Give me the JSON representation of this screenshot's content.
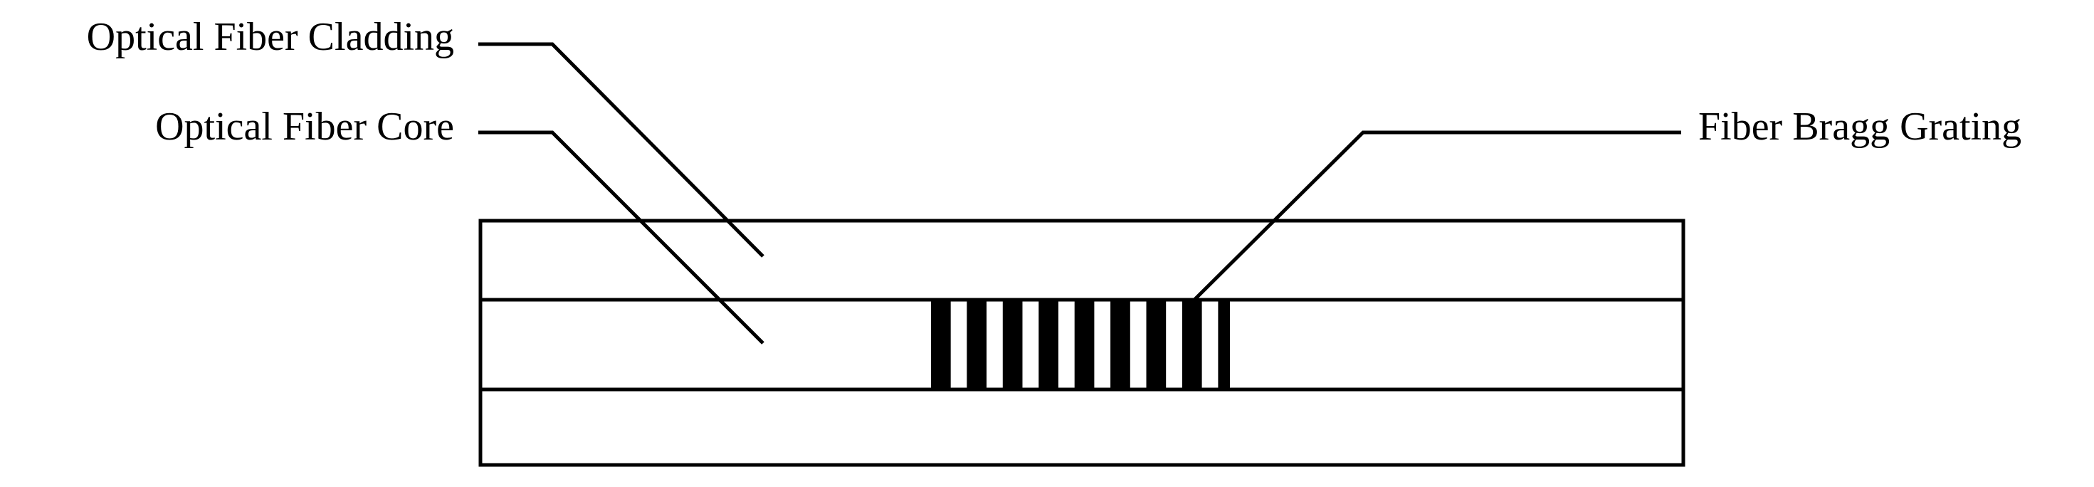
{
  "labels": {
    "cladding": "Optical Fiber Cladding",
    "core": "Optical Fiber Core",
    "grating": "Fiber Bragg Grating"
  },
  "grating": {
    "period_count": 8
  }
}
